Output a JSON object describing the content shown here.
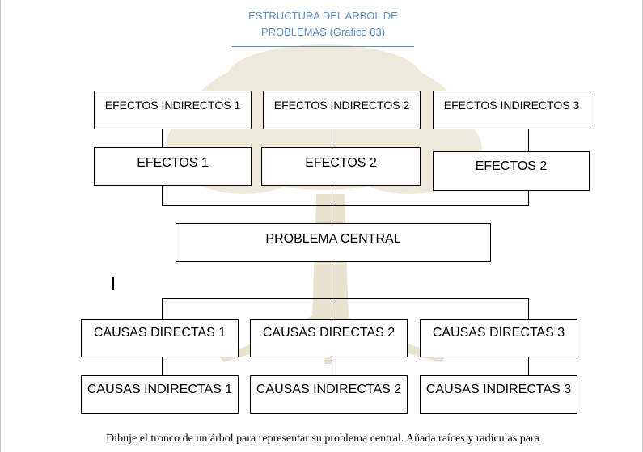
{
  "header": {
    "title_line1": "ESTRUCTURA DEL ARBOL DE",
    "title_line2": "PROBLEMAS (Grafico 03)"
  },
  "effects_indirect": [
    "EFECTOS INDIRECTOS  1",
    "EFECTOS INDIRECTOS  2",
    "EFECTOS INDIRECTOS  3"
  ],
  "effects": [
    "EFECTOS 1",
    "EFECTOS 2",
    "EFECTOS 2"
  ],
  "central_problem": "PROBLEMA CENTRAL",
  "direct_causes": [
    "CAUSAS DIRECTAS 1",
    "CAUSAS DIRECTAS 2",
    "CAUSAS DIRECTAS 3"
  ],
  "indirect_causes": [
    "CAUSAS INDIRECTAS 1",
    "CAUSAS INDIRECTAS 2",
    "CAUSAS INDIRECTAS 3"
  ],
  "footer_text": "Dibuje el tronco de un árbol para representar su problema central. Añada raíces y radículas para",
  "colors": {
    "header": "#5b8fc7",
    "border": "#000000",
    "tree_watermark": "#e9e2cf"
  }
}
